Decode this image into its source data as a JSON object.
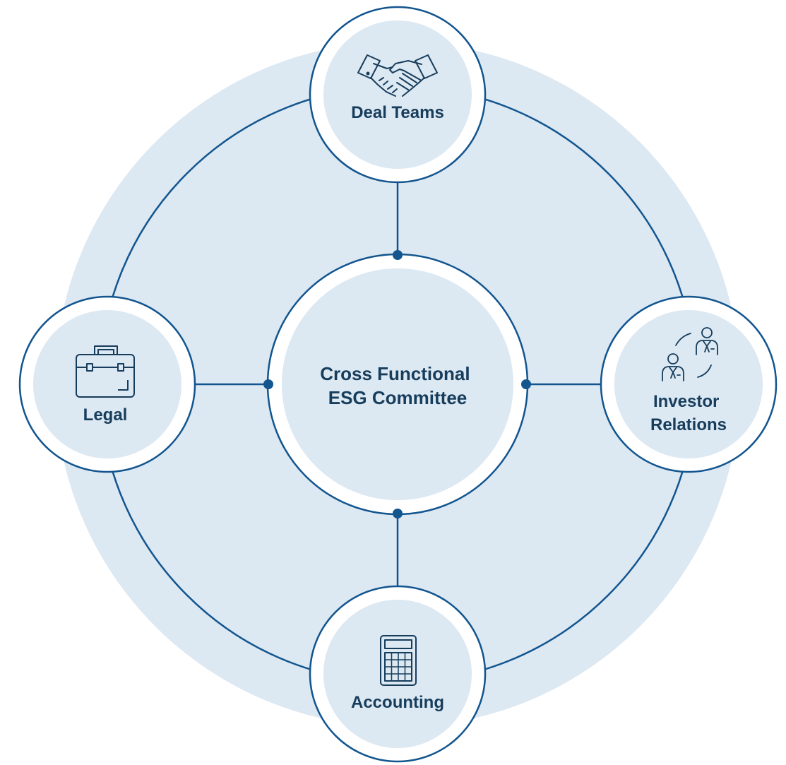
{
  "center": {
    "line1": "Cross Functional",
    "line2": "ESG Committee"
  },
  "nodes": {
    "top": {
      "label": "Deal Teams",
      "icon": "handshake-icon"
    },
    "left": {
      "label": "Legal",
      "icon": "briefcase-icon"
    },
    "right": {
      "line1": "Investor",
      "line2": "Relations",
      "icon": "investors-icon"
    },
    "bottom": {
      "label": "Accounting",
      "icon": "calculator-icon"
    }
  },
  "colors": {
    "background_disc": "#dce8f2",
    "node_fill": "#dce8f2",
    "ring_white": "#ffffff",
    "stroke": "#12558f",
    "text": "#173d5c"
  }
}
